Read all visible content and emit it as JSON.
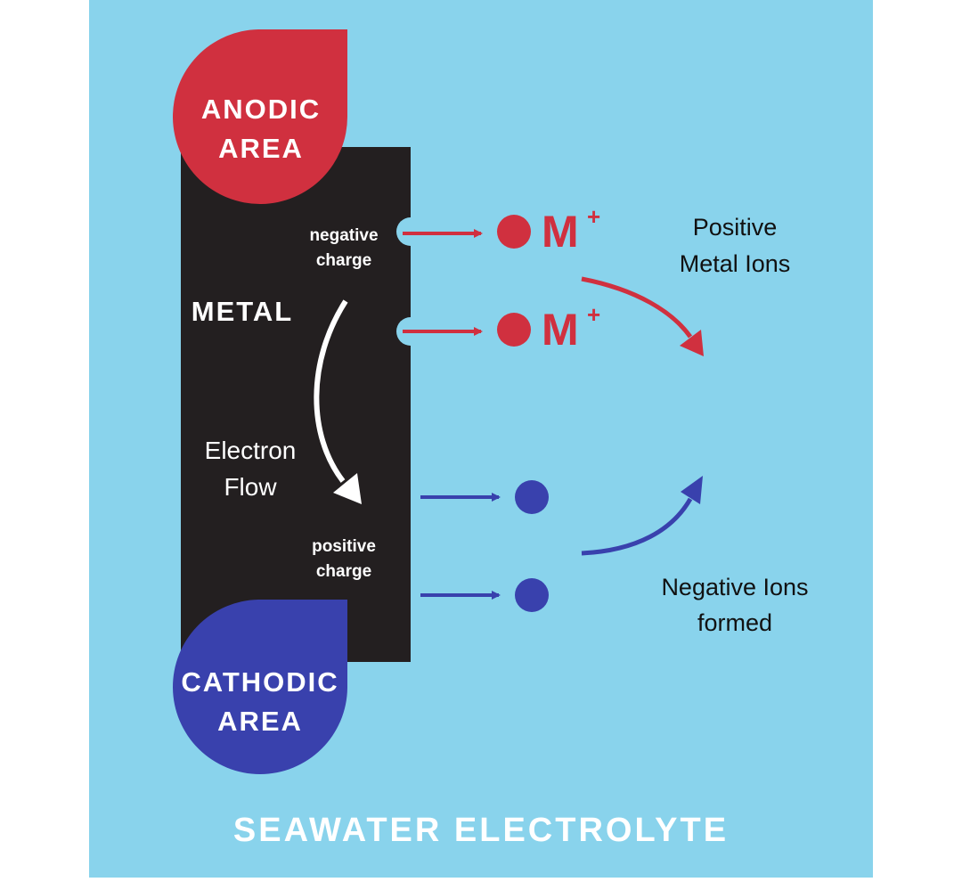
{
  "labels": {
    "anodic_line1": "ANODIC",
    "anodic_line2": "AREA",
    "cathodic_line1": "CATHODIC",
    "cathodic_line2": "AREA",
    "metal": "METAL",
    "negative_charge_line1": "negative",
    "negative_charge_line2": "charge",
    "positive_charge_line1": "positive",
    "positive_charge_line2": "charge",
    "electron_flow_line1": "Electron",
    "electron_flow_line2": "Flow",
    "metal_ion_symbol": "M",
    "metal_ion_charge": "+",
    "positive_ions_line1": "Positive",
    "positive_ions_line2": "Metal Ions",
    "negative_ions_line1": "Negative Ions",
    "negative_ions_line2": "formed",
    "electrolyte": "SEAWATER ELECTROLYTE"
  },
  "colors": {
    "electrolyte": "#89d3ec",
    "metal": "#231f20",
    "anodic": "#d0303f",
    "cathodic": "#3941ad",
    "white": "#ffffff",
    "text_dark": "#111111"
  }
}
